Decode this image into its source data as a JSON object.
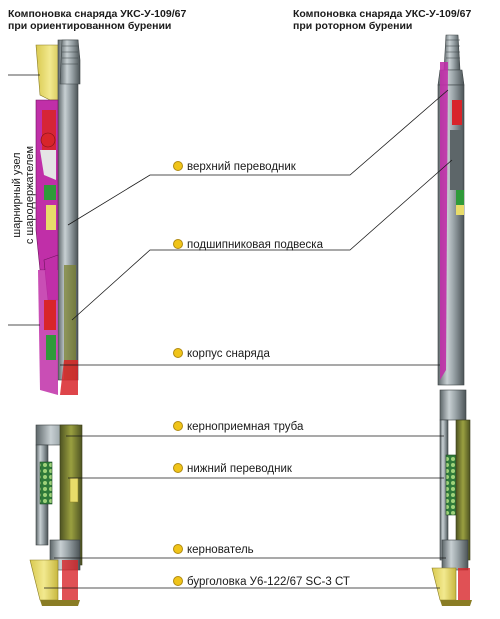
{
  "titles": {
    "left_line1": "Компоновка снаряда УКС-У-109/67",
    "left_line2": "при ориентированном бурении",
    "right_line1": "Компоновка снаряда УКС-У-109/67",
    "right_line2": "при роторном бурении"
  },
  "side_label": {
    "line1": "шарнирный узел",
    "line2": "с шародержателем"
  },
  "labels": [
    "верхний переводник",
    "подшипниковая подвеска",
    "корпус снаряда",
    "керноприемная труба",
    "нижний переводник",
    "кернователь",
    "бурголовка  У6-122/67 SC-3 СТ"
  ],
  "colors": {
    "magenta": "#c02fa8",
    "yellow": "#e8dc6a",
    "olive": "#7a8030",
    "steel": "#9aa4a8",
    "steel_dark": "#5d6669",
    "red": "#d8252a",
    "green": "#2f9a3a",
    "dot": "#f0c419"
  }
}
